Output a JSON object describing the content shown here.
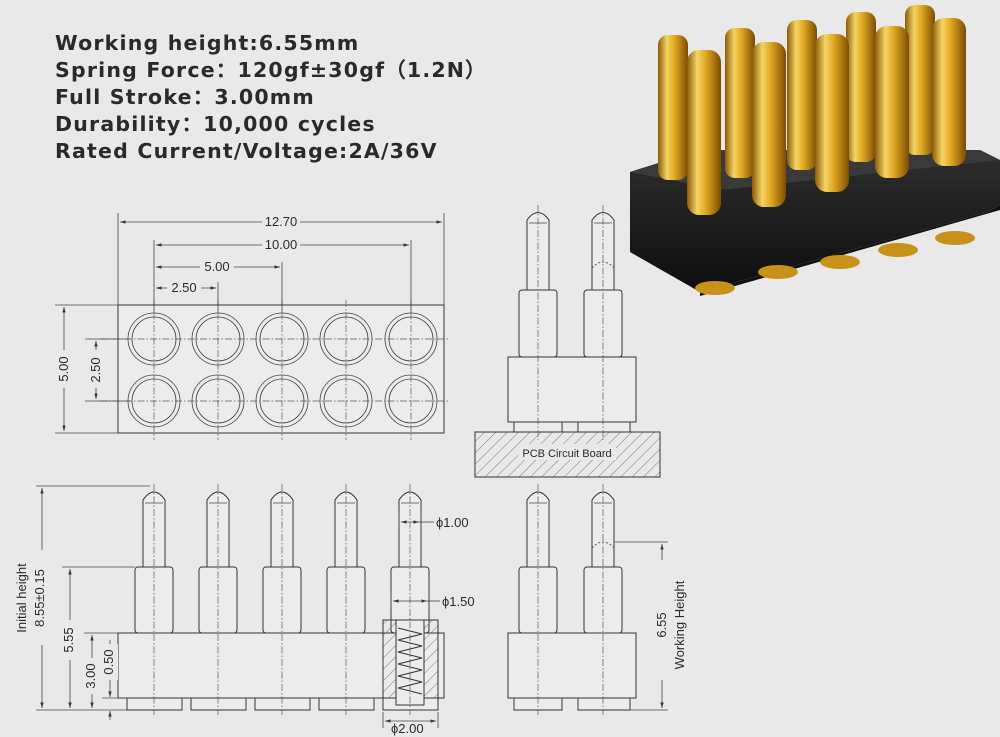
{
  "specs": [
    "Working height:6.55mm",
    "Spring Force：120gf±30gf（1.2N）",
    "Full Stroke：3.00mm",
    "Durability：10,000 cycles",
    "Rated Current/Voltage:2A/36V"
  ],
  "top_view": {
    "dim_overall": "12.70",
    "dim_outer_pitch": "10.00",
    "dim_two_pitch": "5.00",
    "dim_pitch": "2.50",
    "dim_height": "5.00",
    "dim_row_pitch": "2.50"
  },
  "side_view": {
    "board_label": "PCB Circuit Board"
  },
  "front_view": {
    "dim_initial_height": "8.55±0.15",
    "label_initial_height": "Initial height",
    "dim_plunger_base": "5.55",
    "dim_body_height": "3.00",
    "dim_tail": "0.50",
    "dim_tip_dia": "ϕ1.00",
    "dim_barrel_dia": "ϕ1.50",
    "dim_tail_dia": "ϕ2.00"
  },
  "compressed_view": {
    "dim_working_height": "6.55",
    "label_working_height": "Working Height"
  },
  "colors": {
    "background": "#e9e9e9",
    "gold": "#d9a21a",
    "insulator": "#1c1c1c"
  }
}
